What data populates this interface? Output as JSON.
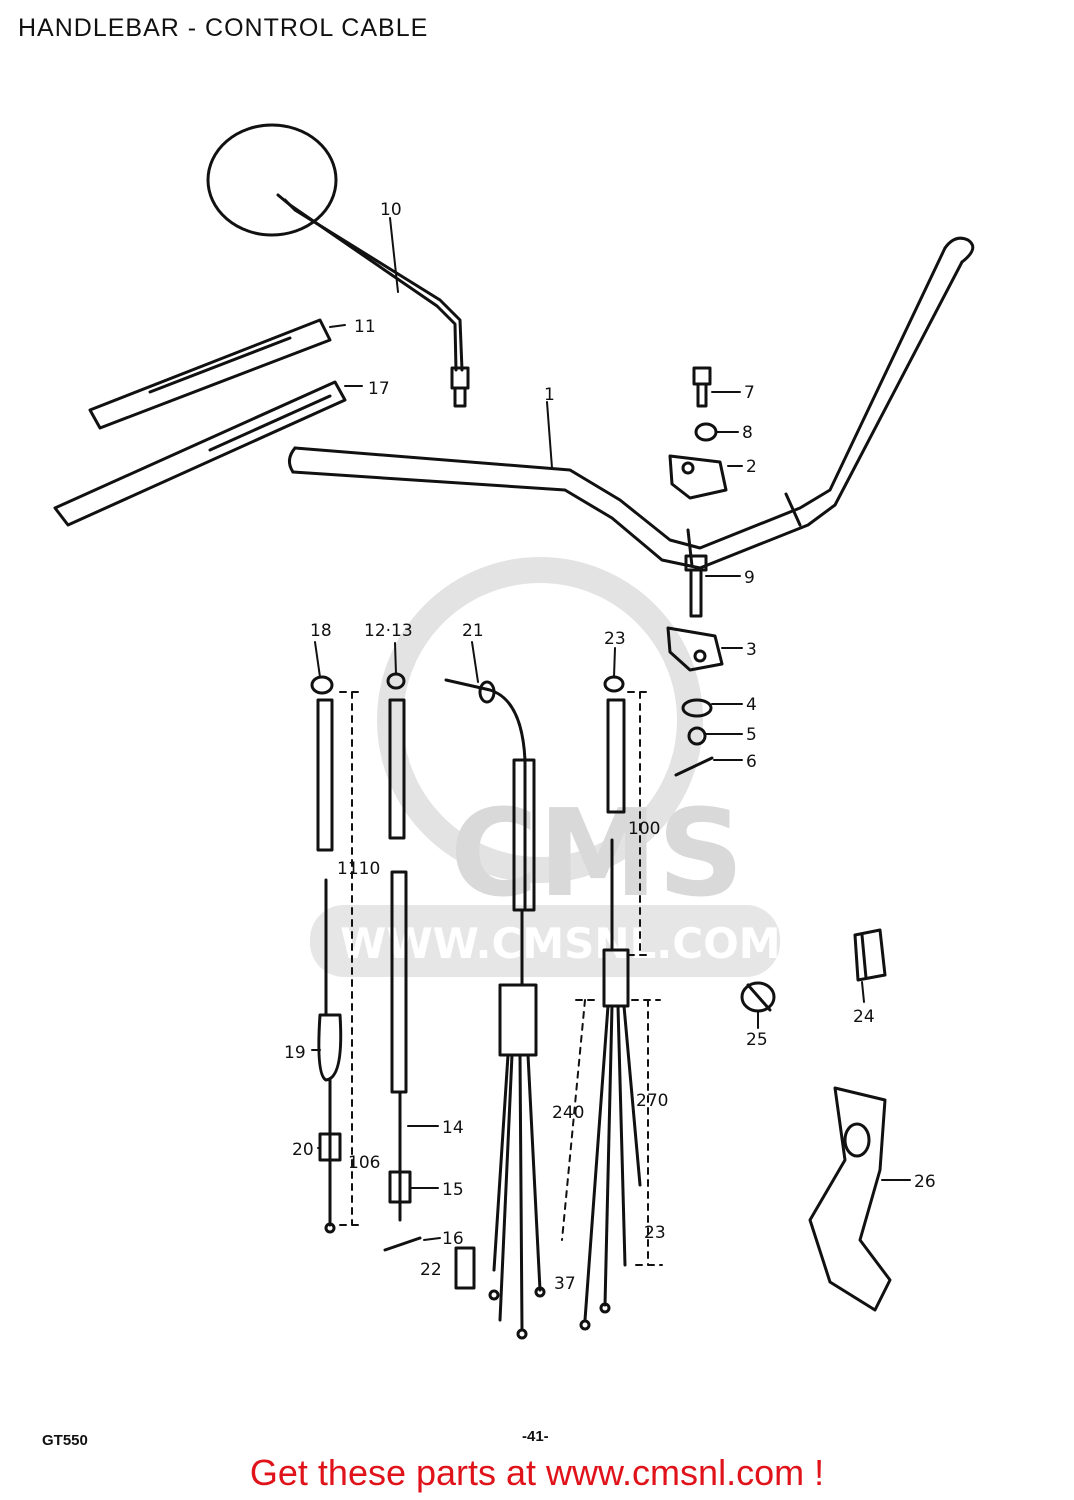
{
  "title": "HANDLEBAR - CONTROL CABLE",
  "model": "GT550",
  "page_number": "-41-",
  "cta": "Get these parts at www.cmsnl.com !",
  "watermark": {
    "brand": "CMS",
    "url": "WWW.CMSNL.COM"
  },
  "part_labels": [
    "1",
    "2",
    "3",
    "4",
    "5",
    "6",
    "7",
    "8",
    "9",
    "10",
    "11",
    "17",
    "18",
    "12·13",
    "21",
    "23",
    "19",
    "20",
    "14",
    "15",
    "16",
    "22",
    "24",
    "25",
    "26"
  ],
  "dimensions": [
    "1110",
    "106",
    "100",
    "240",
    "270",
    "23",
    "37"
  ],
  "colors": {
    "cta": "#e0121a",
    "line": "#111111",
    "watermark": "#d9d9d9"
  }
}
